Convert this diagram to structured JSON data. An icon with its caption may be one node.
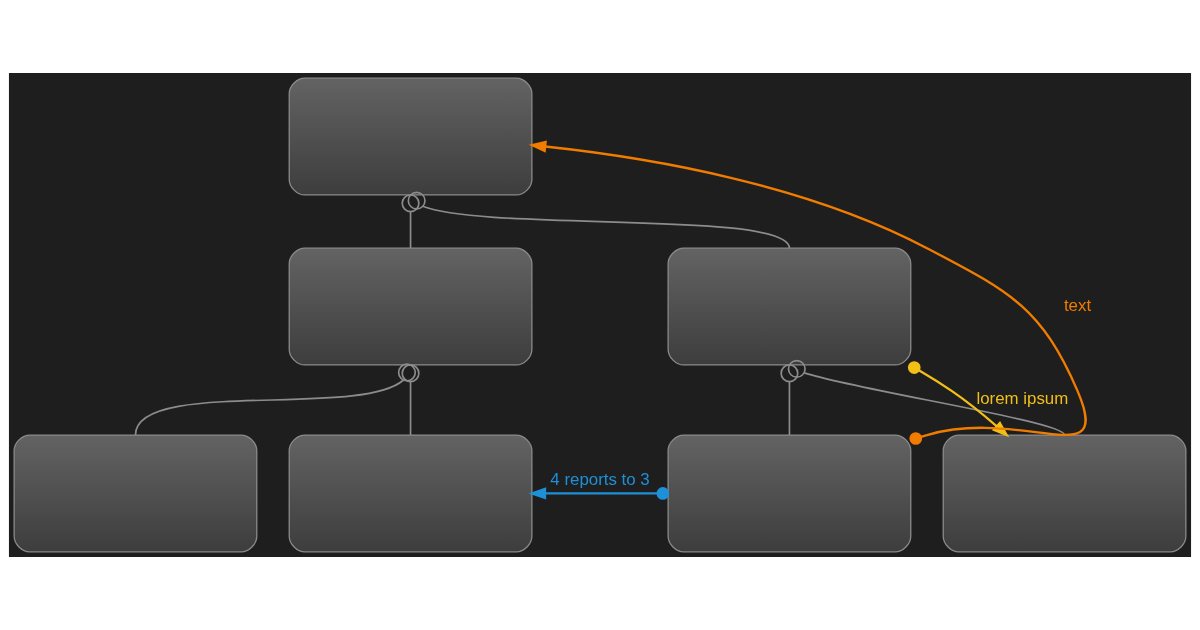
{
  "diagram": {
    "nodes": [
      {
        "text": [],
        "shape": "box"
      },
      {
        "text": [],
        "shape": "box"
      },
      {
        "text": [],
        "shape": "box"
      },
      {
        "text": [],
        "shape": "box"
      },
      {
        "text": [],
        "shape": "box"
      },
      {
        "text": [],
        "shape": "box"
      },
      {
        "text": [],
        "shape": "box"
      }
    ],
    "edges": [
      {
        "from": 0,
        "to": 1,
        "arrow": "other"
      },
      {
        "from": 0,
        "to": 2,
        "arrow": "other"
      },
      {
        "from": 1,
        "to": 3,
        "arrow": "other"
      },
      {
        "from": 1,
        "to": 4,
        "arrow": "other"
      },
      {
        "from": 2,
        "to": 5,
        "arrow": "other"
      },
      {
        "from": 2,
        "to": 6,
        "arrow": "other"
      },
      {
        "from": 5,
        "to": 0,
        "arrow": "to",
        "label": "text",
        "color": "#f07c00"
      },
      {
        "from": 5,
        "to": 4,
        "arrow": "to",
        "label": "4 reports to 3",
        "color": "#1e90d8"
      },
      {
        "from": 2,
        "to": 6,
        "arrow": "to",
        "label": "lorem ipsum",
        "color": "#f2bf16"
      }
    ]
  }
}
